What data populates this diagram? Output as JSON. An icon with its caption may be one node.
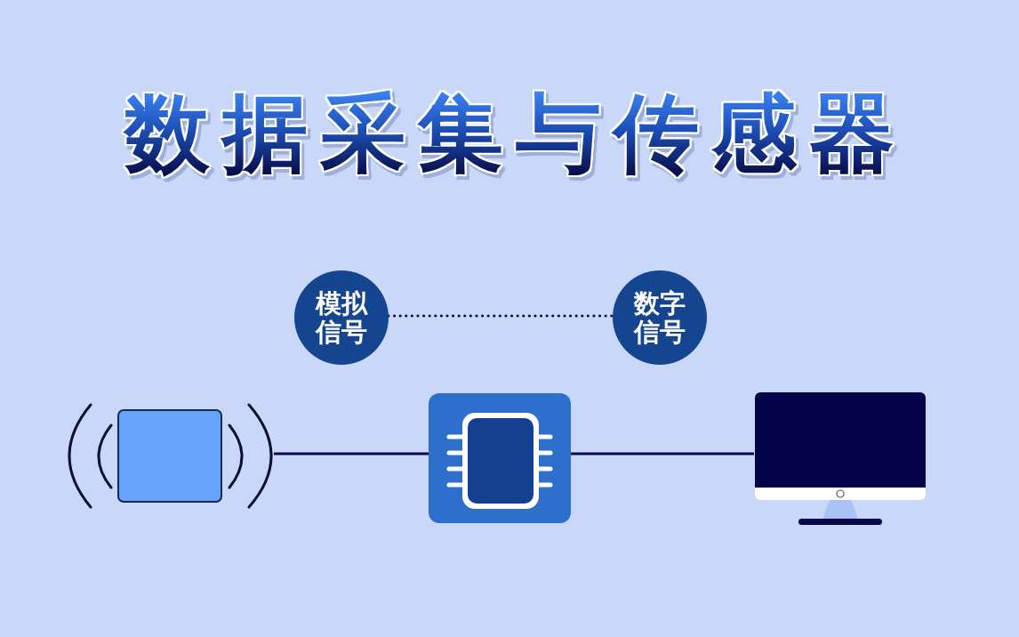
{
  "diagram": {
    "title": "数据采集与传感器",
    "nodes": [
      {
        "text": [
          "模拟信号"
        ]
      },
      {
        "text": [
          "数字信号"
        ]
      },
      {
        "text": [],
        "shape": "picture"
      },
      {
        "text": [],
        "shape": "picture"
      },
      {
        "text": [],
        "shape": "picture"
      }
    ],
    "edges": [
      {
        "from": 0,
        "to": 1,
        "arrow": "none",
        "style": "dashed"
      },
      {
        "from": 2,
        "to": 3,
        "arrow": "none"
      },
      {
        "from": 3,
        "to": 4,
        "arrow": "none"
      }
    ]
  }
}
